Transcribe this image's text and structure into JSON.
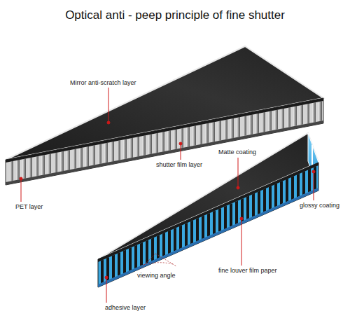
{
  "diagram": {
    "title": "Optical anti - peep principle of fine shutter",
    "labels": [
      "Mirror anti-scratch layer",
      "shutter film layer",
      "PET layer",
      "Matte coating",
      "glossy coating",
      "viewing angle",
      "fine louver film paper",
      "adhesive layer"
    ]
  }
}
